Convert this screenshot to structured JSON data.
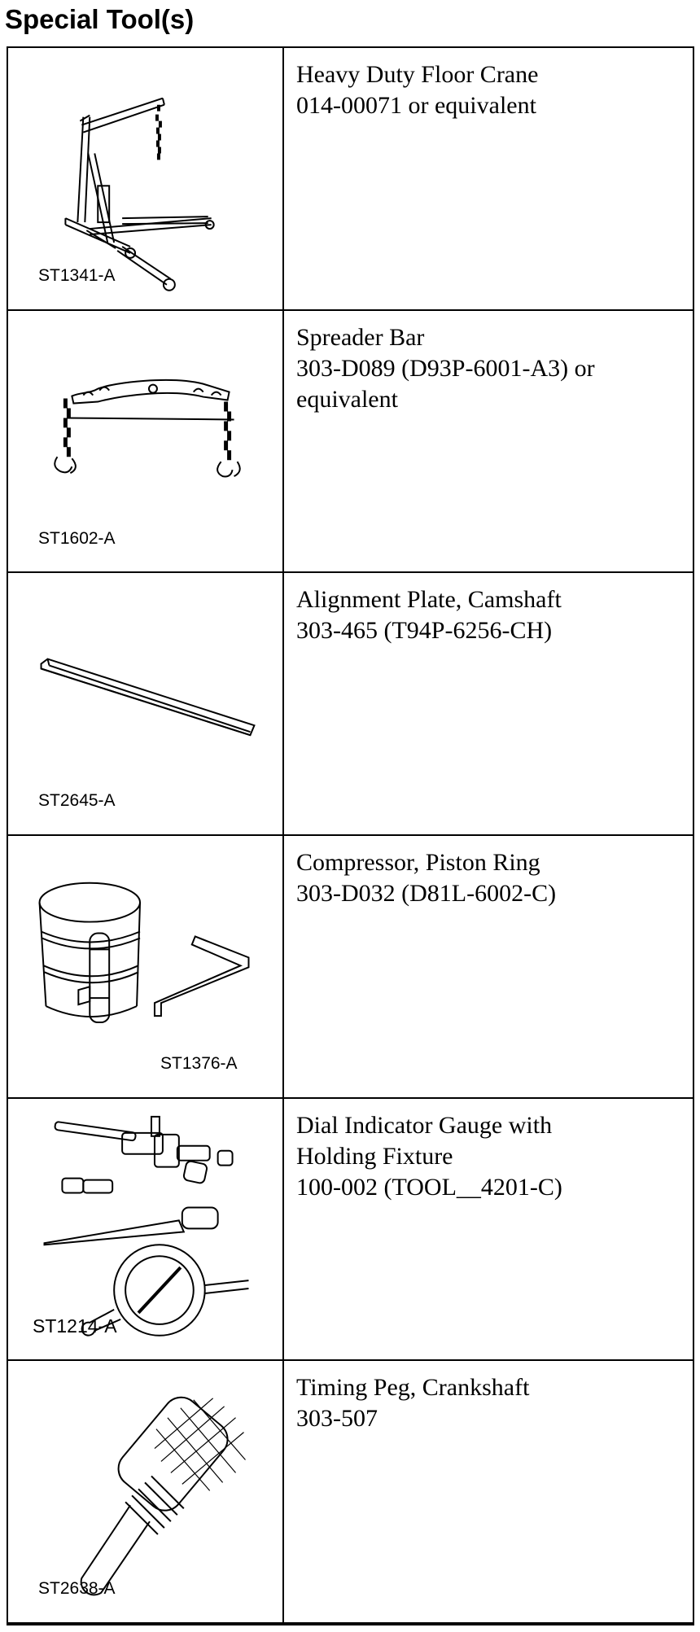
{
  "heading": "Special Tool(s)",
  "tools": [
    {
      "code": "ST1341-A",
      "lines": [
        "Heavy Duty Floor Crane",
        "014-00071 or equivalent"
      ],
      "icon": "floor-crane-icon"
    },
    {
      "code": "ST1602-A",
      "lines": [
        "Spreader Bar",
        "303-D089 (D93P-6001-A3) or",
        "equivalent"
      ],
      "icon": "spreader-bar-icon"
    },
    {
      "code": "ST2645-A",
      "lines": [
        "Alignment Plate, Camshaft",
        "303-465 (T94P-6256-CH)"
      ],
      "icon": "alignment-plate-icon"
    },
    {
      "code": "ST1376-A",
      "lines": [
        "Compressor, Piston Ring",
        "303-D032 (D81L-6002-C)"
      ],
      "icon": "piston-ring-compressor-icon"
    },
    {
      "code": "ST1214-A",
      "lines": [
        "Dial Indicator Gauge with",
        "Holding Fixture",
        "100-002 (TOOL__4201-C)"
      ],
      "icon": "dial-indicator-gauge-icon"
    },
    {
      "code": "ST2638-A",
      "lines": [
        "Timing Peg, Crankshaft",
        "303-507"
      ],
      "icon": "timing-peg-icon"
    }
  ]
}
